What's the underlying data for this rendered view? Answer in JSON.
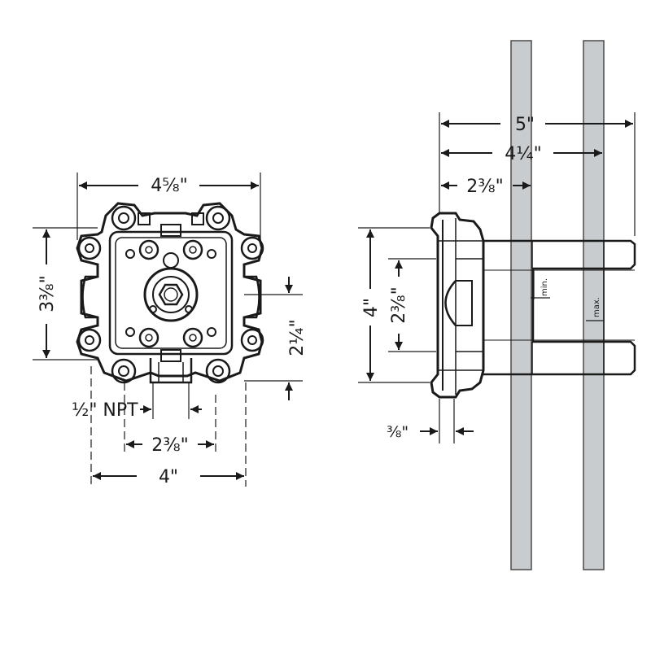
{
  "colors": {
    "ink": "#1a1a1a",
    "stud_fill": "#c9ccce",
    "stud_stroke": "#4a4a4a",
    "background": "#ffffff"
  },
  "front_view": {
    "width_top": "4⅝\"",
    "height_left": "3⅜\"",
    "outlet_offset_right": "2¼\"",
    "npt_label": "½\" NPT",
    "port_spacing": "2⅜\"",
    "width_bottom": "4\""
  },
  "side_view": {
    "overall_depth": "5\"",
    "max_depth": "4¼\"",
    "min_depth": "2⅜\"",
    "height_outer": "4\"",
    "height_inner": "2⅜\"",
    "flange_thickness": "⅜\"",
    "wall_min_label": "min.",
    "wall_max_label": "max."
  }
}
